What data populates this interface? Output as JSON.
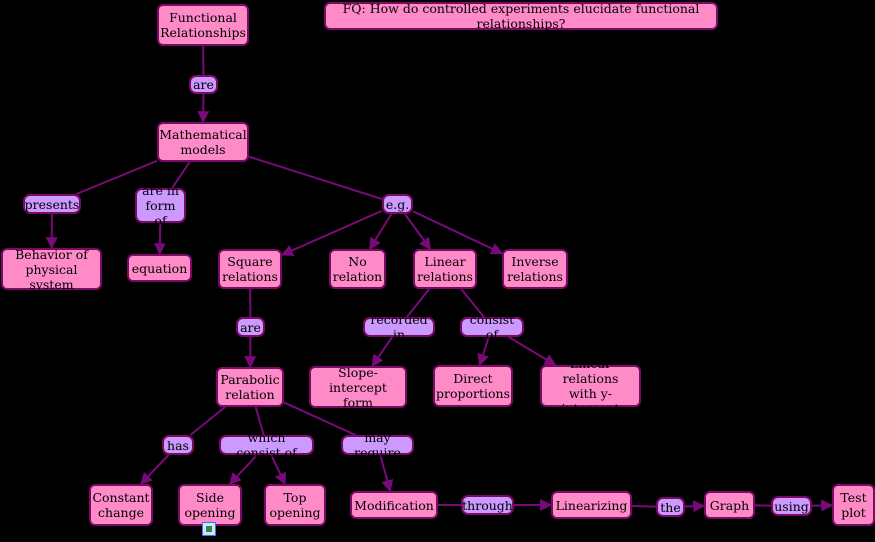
{
  "focus_question": "FQ: How do controlled experiments elucidate functional relationships?",
  "concepts": {
    "functional_relationships": "Functional\nRelationships",
    "mathematical_models": "Mathematical\nmodels",
    "behavior": "Behavior of\nphysical system",
    "equation": "equation",
    "square_relations": "Square\nrelations",
    "no_relation": "No\nrelation",
    "linear_relations": "Linear\nrelations",
    "inverse_relations": "Inverse\nrelations",
    "parabolic_relation": "Parabolic\nrelation",
    "slope_intercept": "Slope-intercept\nform",
    "direct_proportions": "Direct\nproportions",
    "linear_y_intercept": "Linear relations\nwith y-intercept",
    "constant_change": "Constant\nchange",
    "side_opening": "Side\nopening",
    "top_opening": "Top\nopening",
    "modification": "Modification",
    "linearizing": "Linearizing",
    "graph": "Graph",
    "test_plot": "Test\nplot"
  },
  "link_words": {
    "are1": "are",
    "presents": "presents",
    "are_in_form_of": "are in\nform of",
    "eg": "e.g.",
    "are2": "are",
    "recorded_in": "recorded in",
    "consist_of": "consist of",
    "has": "has",
    "which_consist_of": "which consist of",
    "may_require": "may require",
    "through": "through",
    "the": "the",
    "using": "using"
  },
  "colors": {
    "concept_fill": "#ff8ac8",
    "link_fill": "#cc99ff",
    "border": "#7a0a66",
    "line": "#7a0a7a",
    "background": "#000000"
  },
  "icons": [
    "image-attachment-icon"
  ]
}
